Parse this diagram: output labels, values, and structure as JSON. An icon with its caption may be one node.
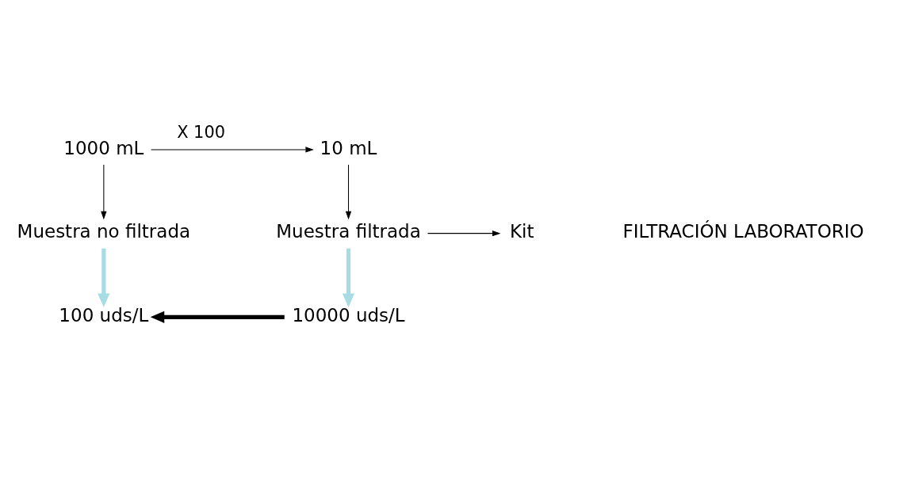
{
  "diagram": {
    "nodes": [
      {
        "text": [
          "1000 mL"
        ]
      },
      {
        "text": [
          "10 mL"
        ]
      },
      {
        "text": [
          "Muestra no filtrada"
        ]
      },
      {
        "text": [
          "Muestra filtrada"
        ]
      },
      {
        "text": [
          "100 uds/L"
        ]
      },
      {
        "text": [
          "10000 uds/L"
        ]
      },
      {
        "text": [
          "Kit"
        ]
      }
    ],
    "edges": [
      {
        "from": 0,
        "to": 1,
        "arrow": "to",
        "label": "X 100"
      },
      {
        "from": 0,
        "to": 2,
        "arrow": "to"
      },
      {
        "from": 1,
        "to": 3,
        "arrow": "to"
      },
      {
        "from": 2,
        "to": 4,
        "arrow": "to",
        "style": "thick",
        "color": "#a8dce4"
      },
      {
        "from": 3,
        "to": 5,
        "arrow": "to",
        "style": "thick",
        "color": "#a8dce4"
      },
      {
        "from": 3,
        "to": 6,
        "arrow": "to"
      },
      {
        "from": 5,
        "to": 4,
        "arrow": "to",
        "style": "thick"
      }
    ],
    "labels": [
      "FILTRACIÓN LABORATORIO"
    ]
  }
}
